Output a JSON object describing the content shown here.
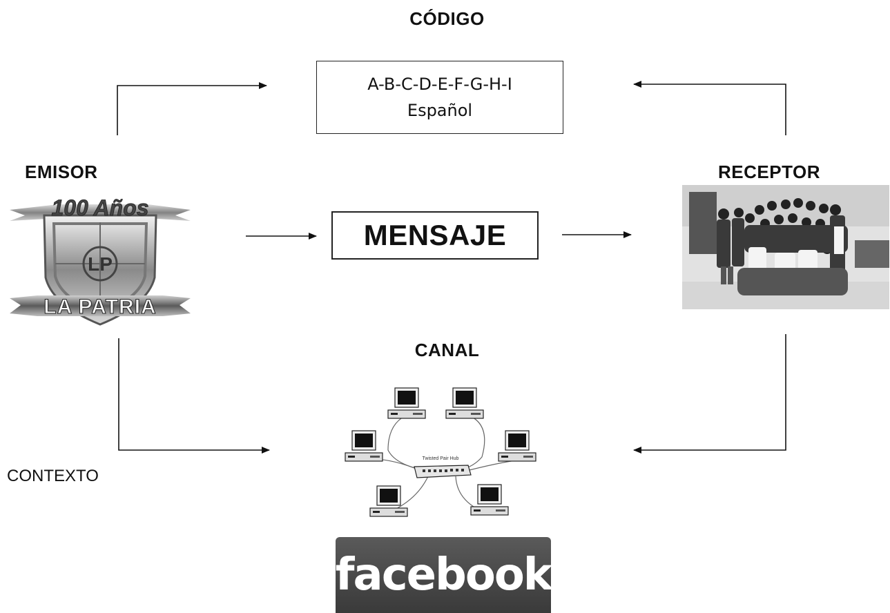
{
  "codigo": {
    "title": "CÓDIGO",
    "lines": [
      "A-B-C-D-E-F-G-H-I",
      "Español"
    ]
  },
  "emisor": {
    "title": "EMISOR",
    "logo_text_top": "100 Años",
    "logo_text_bottom": "LA PATRIA",
    "logo_monogram": "LP"
  },
  "receptor": {
    "title": "RECEPTOR"
  },
  "mensaje": {
    "label": "MENSAJE"
  },
  "canal": {
    "title": "CANAL",
    "hub_label": "Twisted Pair Hub"
  },
  "contexto": {
    "label": "CONTEXTO"
  },
  "facebook": {
    "label": "facebook"
  }
}
